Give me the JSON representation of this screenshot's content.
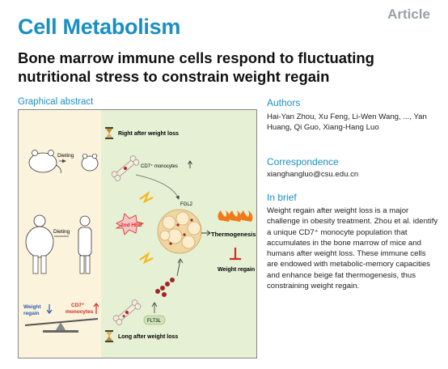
{
  "header": {
    "journal": "Cell Metabolism",
    "type": "Article",
    "title": "Bone marrow immune cells respond to fluctuating nutritional stress to constrain weight regain"
  },
  "graphical_abstract": {
    "label": "Graphical abstract",
    "right_after": "Right after weight loss",
    "long_after": "Long after weight loss",
    "dieting_top": "Dieting",
    "dieting_bottom": "Dieting",
    "cd7_monocytes": "CD7⁺ monocytes",
    "fgl2": "FGL2",
    "hfd": "2nd HFD",
    "thermogenesis": "Thermogenesis",
    "weight_regain": "Weight regain",
    "flt3l": "FLT3L",
    "scale_left_1": "Weight",
    "scale_left_2": "regain",
    "scale_right_1": "CD7⁺",
    "scale_right_2": "monocytes"
  },
  "authors": {
    "heading": "Authors",
    "text": "Hai-Yan Zhou, Xu Feng, Li-Wen Wang, ..., Yan Huang, Qi Guo, Xiang-Hang Luo"
  },
  "correspondence": {
    "heading": "Correspondence",
    "email": "xianghangluo@csu.edu.cn"
  },
  "in_brief": {
    "heading": "In brief",
    "text": "Weight regain after weight loss is a major challenge in obesity treatment. Zhou et al. identify a unique CD7⁺ monocyte population that accumulates in the bone marrow of mice and humans after weight loss. These immune cells are endowed with metabolic-memory capacities and enhance beige fat thermogenesis, thus constraining weight regain."
  },
  "colors": {
    "accent": "#1a8fc1",
    "panel_left": "#fbf3dc",
    "panel_right": "#e6f0d5",
    "red": "#d6281f"
  }
}
